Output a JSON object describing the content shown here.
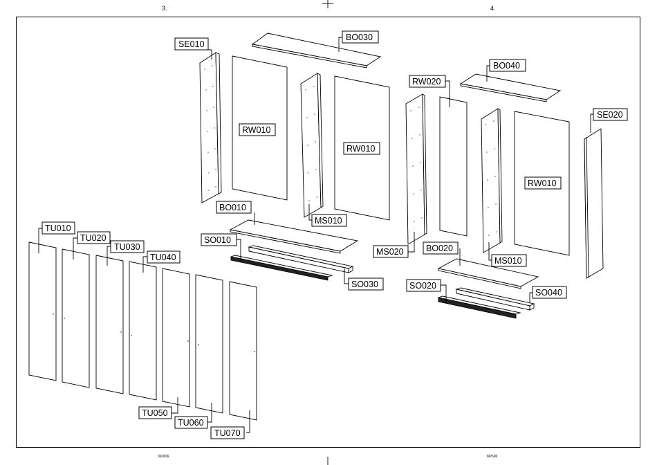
{
  "pages": {
    "left_number": "3.",
    "right_number": "4."
  },
  "footer": {
    "left_code": "M2606",
    "right_code": "M2606"
  },
  "labels": {
    "se010": "SE010",
    "bo030": "BO030",
    "rw010_a": "RW010",
    "rw010_b": "RW010",
    "rw010_c": "RW010",
    "ms010_a": "MS010",
    "ms010_b": "MS010",
    "bo010": "BO010",
    "so010": "SO010",
    "so030": "SO030",
    "rw020": "RW020",
    "bo040": "BO040",
    "se020": "SE020",
    "ms020": "MS020",
    "bo020": "BO020",
    "so020": "SO020",
    "so040": "SO040",
    "tu010": "TU010",
    "tu020": "TU020",
    "tu030": "TU030",
    "tu040": "TU040",
    "tu050": "TU050",
    "tu060": "TU060",
    "tu070": "TU070"
  }
}
